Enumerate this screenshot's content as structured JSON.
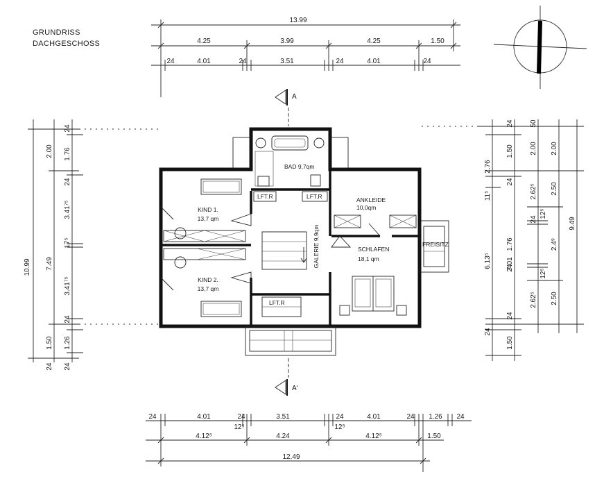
{
  "title": {
    "line1": "GRUNDRISS",
    "line2": "DACHGESCHOSS"
  },
  "section_marks": {
    "top": "A",
    "bottom": "A'"
  },
  "top_dimensions": {
    "total": "13.99",
    "row2": [
      "4.25",
      "3.99",
      "4.25",
      "1.50"
    ],
    "row3": [
      "24",
      "4.01",
      "24",
      "3.51",
      "24",
      "4.01",
      "24"
    ]
  },
  "bottom_dimensions": {
    "row1": [
      "24",
      "4.01",
      "24",
      "3.51",
      "24",
      "4.01",
      "24",
      "1.26",
      "24"
    ],
    "row1_sub": [
      "12⁵",
      "12⁵"
    ],
    "row2": [
      "4.12⁵",
      "4.24",
      "4.12⁵",
      "1.50"
    ],
    "total": "12.49"
  },
  "left_dimensions": {
    "total": "10.99",
    "outer": [
      "2.00",
      "7.49",
      "1.50",
      "24"
    ],
    "mid_small": "17⁵",
    "inner": [
      "24",
      "1.76",
      "24",
      "3.41⁷⁵",
      "3.41⁷⁵",
      "24",
      "1.26",
      "24"
    ]
  },
  "right_dimensions": {
    "outer": [
      "9.49"
    ],
    "col2": [
      "2.00",
      "2.50",
      "2.4⁹",
      "2.50"
    ],
    "col3": [
      "50",
      "2.00",
      "2.62⁵",
      "12⁵",
      "24",
      "12⁵",
      "2.62⁵"
    ],
    "col4": [
      "24",
      "1.50",
      "24",
      "1.76",
      "24",
      "24"
    ],
    "col5": [
      "2.76",
      "11⁵",
      "6.13⁵",
      "7.01",
      "24",
      "1.50"
    ]
  },
  "rooms": {
    "kind1": {
      "name": "KIND 1.",
      "area": "13,7 qm"
    },
    "kind2": {
      "name": "KIND 2.",
      "area": "13,7 qm"
    },
    "bad": {
      "name": "BAD 9,7qm"
    },
    "ankleide": {
      "name": "ANKLEIDE",
      "area": "10,0qm"
    },
    "schlafen": {
      "name": "SCHLAFEN",
      "area": "18,1 qm"
    },
    "galerie": {
      "name": "GALERIE 9,9qm"
    },
    "freisitz": {
      "name": "FREISITZ"
    },
    "lft1": "LFT.R",
    "lft2": "LFT.R",
    "lft3": "LFT.R"
  }
}
